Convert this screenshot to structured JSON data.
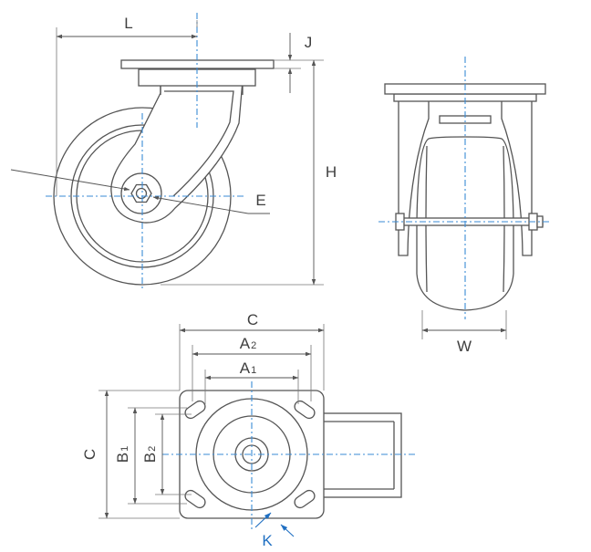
{
  "colors": {
    "outline": "#555555",
    "centerline": "#3a8bd6",
    "label": "#3f3f3f",
    "accent_arrow": "#1f6fc2"
  },
  "labels": {
    "L": "L",
    "J": "J",
    "H": "H",
    "E": "E",
    "W": "W",
    "C_top": "C",
    "C_side": "C",
    "A2": "A",
    "A2_sub": "2",
    "A1": "A",
    "A1_sub": "1",
    "B1": "B",
    "B1_sub": "1",
    "B2": "B",
    "B2_sub": "2",
    "K": "K"
  }
}
